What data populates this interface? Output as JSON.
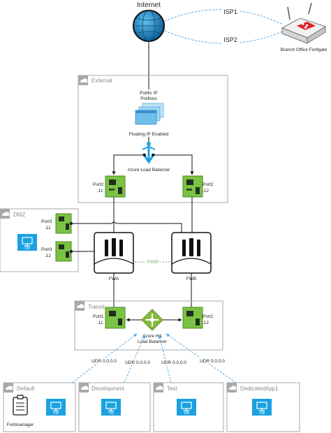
{
  "title": "Internet",
  "links": {
    "isp1": "ISP1",
    "isp2": "ISP2",
    "fgsp": "FGSP"
  },
  "branch": {
    "label": "Branch Office Fortigate"
  },
  "zones": {
    "external": "External",
    "dmz": "DMZ",
    "transit": "Transit",
    "default": "Default",
    "development": "Development",
    "test": "Test",
    "dedicated": "DedicatedApp1"
  },
  "public_ip": {
    "line1": "Public IP",
    "line2": "Prefixes",
    "floating": "Floating IP Enabled"
  },
  "external_lb": "Azure Load Balancer",
  "ports": {
    "ext_a": {
      "name": "Port2",
      "ip": ".11"
    },
    "ext_b": {
      "name": "Port2",
      "ip": ".12"
    },
    "dmz_a": {
      "name": "Port3",
      "ip": ".11"
    },
    "dmz_b": {
      "name": "Port3",
      "ip": ".12"
    },
    "tr_a": {
      "name": "Port1",
      "ip": ".11"
    },
    "tr_b": {
      "name": "Port1",
      "ip": ".12"
    }
  },
  "firewalls": {
    "a": "FWA",
    "b": "FWB"
  },
  "ha_lb": {
    "line1": "Azure HA",
    "line2": "Load Balancer"
  },
  "udr": [
    "UDR 0.0.0.0",
    "UDR 0.0.0.0",
    "UDR 0.0.0.0",
    "UDR 0.0.0.0"
  ],
  "vm_label": "VM",
  "fortimanager": "Fortimanager",
  "colors": {
    "globe": "#1e88c9",
    "nic_green": "#7cc242",
    "nic_dark": "#1f2f1f",
    "azure_blue": "#1aa1e2",
    "lb_green": "#86bc3d",
    "dashed_blue": "#5aa9e6",
    "fgsp_green": "#58b64a",
    "zone_border": "#a9a9a9"
  }
}
